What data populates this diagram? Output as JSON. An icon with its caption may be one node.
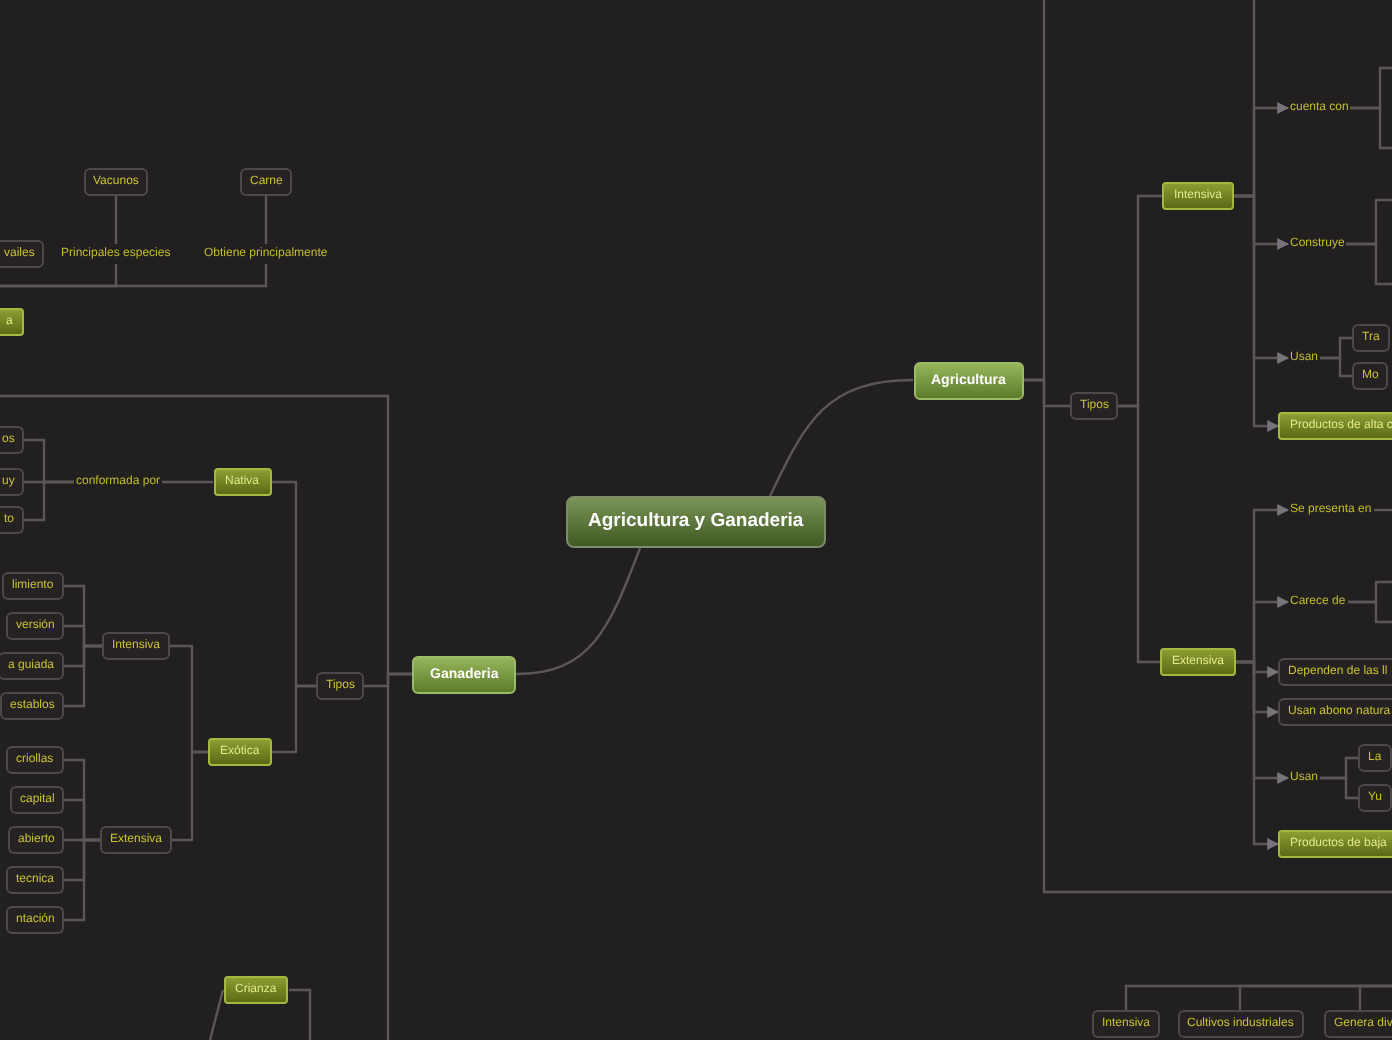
{
  "diagram": {
    "nodes": [
      {
        "text": [
          "Agricultura y Ganaderia"
        ]
      },
      {
        "text": [
          "Agricultura"
        ]
      },
      {
        "text": [
          "Ganaderia"
        ]
      },
      {
        "text": [
          "Tipos"
        ]
      },
      {
        "text": [
          "Nativa"
        ]
      },
      {
        "text": [
          "Exótica"
        ]
      },
      {
        "text": [
          "conformada por"
        ]
      },
      {
        "text": [
          "os"
        ]
      },
      {
        "text": [
          "uy"
        ]
      },
      {
        "text": [
          "to"
        ]
      },
      {
        "text": [
          "Intensiva"
        ]
      },
      {
        "text": [
          "limiento"
        ]
      },
      {
        "text": [
          "versión"
        ]
      },
      {
        "text": [
          "a guiada"
        ]
      },
      {
        "text": [
          "establos"
        ]
      },
      {
        "text": [
          "Extensiva"
        ]
      },
      {
        "text": [
          "criollas"
        ]
      },
      {
        "text": [
          "capital"
        ]
      },
      {
        "text": [
          "abierto"
        ]
      },
      {
        "text": [
          "tecnica"
        ]
      },
      {
        "text": [
          "ntación"
        ]
      },
      {
        "text": [
          "Vacunos"
        ]
      },
      {
        "text": [
          "Carne"
        ]
      },
      {
        "text": [
          "vailes"
        ]
      },
      {
        "text": [
          "Principales especies"
        ]
      },
      {
        "text": [
          "Obtiene principalmente"
        ]
      },
      {
        "text": [
          "a"
        ]
      },
      {
        "text": [
          "Crianza"
        ]
      },
      {
        "text": [
          "Tipos"
        ]
      },
      {
        "text": [
          "Intensiva"
        ]
      },
      {
        "text": [
          "Extensiva"
        ]
      },
      {
        "text": [
          "cuenta con"
        ]
      },
      {
        "text": [
          "Construye"
        ]
      },
      {
        "text": [
          "Usan"
        ]
      },
      {
        "text": [
          "Tra"
        ]
      },
      {
        "text": [
          "Mo"
        ]
      },
      {
        "text": [
          "Productos de alta c"
        ]
      },
      {
        "text": [
          "Se presenta en"
        ]
      },
      {
        "text": [
          "Carece de"
        ]
      },
      {
        "text": [
          "Dependen de las ll"
        ]
      },
      {
        "text": [
          "Usan abono natura"
        ]
      },
      {
        "text": [
          "Usan"
        ]
      },
      {
        "text": [
          "La"
        ]
      },
      {
        "text": [
          "Yu"
        ]
      },
      {
        "text": [
          "Productos de baja"
        ]
      },
      {
        "text": [
          "Intensiva"
        ]
      },
      {
        "text": [
          "Cultivos industriales"
        ]
      },
      {
        "text": [
          "Genera div"
        ]
      }
    ],
    "edges": [
      {
        "from": 0,
        "to": 1,
        "arrow": "none"
      },
      {
        "from": 0,
        "to": 2,
        "arrow": "none"
      },
      {
        "from": 2,
        "to": 3,
        "arrow": "none"
      },
      {
        "from": 3,
        "to": 4,
        "arrow": "none"
      },
      {
        "from": 3,
        "to": 5,
        "arrow": "none"
      },
      {
        "from": 4,
        "to": 6,
        "arrow": "none"
      },
      {
        "from": 6,
        "to": 7,
        "arrow": "none"
      },
      {
        "from": 6,
        "to": 8,
        "arrow": "none"
      },
      {
        "from": 6,
        "to": 9,
        "arrow": "none"
      },
      {
        "from": 5,
        "to": 10,
        "arrow": "none"
      },
      {
        "from": 5,
        "to": 15,
        "arrow": "none"
      },
      {
        "from": 10,
        "to": 11,
        "arrow": "none"
      },
      {
        "from": 10,
        "to": 12,
        "arrow": "none"
      },
      {
        "from": 10,
        "to": 13,
        "arrow": "none"
      },
      {
        "from": 10,
        "to": 14,
        "arrow": "none"
      },
      {
        "from": 15,
        "to": 16,
        "arrow": "none"
      },
      {
        "from": 15,
        "to": 17,
        "arrow": "none"
      },
      {
        "from": 15,
        "to": 18,
        "arrow": "none"
      },
      {
        "from": 15,
        "to": 19,
        "arrow": "none"
      },
      {
        "from": 15,
        "to": 20,
        "arrow": "none"
      },
      {
        "from": 24,
        "to": 21,
        "arrow": "none"
      },
      {
        "from": 25,
        "to": 22,
        "arrow": "none"
      },
      {
        "from": null,
        "to": 24,
        "arrow": "none"
      },
      {
        "from": null,
        "to": 25,
        "arrow": "none"
      },
      {
        "from": 2,
        "to": null,
        "arrow": "none"
      },
      {
        "from": 2,
        "to": null,
        "arrow": "none"
      },
      {
        "from": 27,
        "to": null,
        "arrow": "none"
      },
      {
        "from": 27,
        "to": null,
        "arrow": "none"
      },
      {
        "from": 1,
        "to": 28,
        "arrow": "none"
      },
      {
        "from": 1,
        "to": null,
        "arrow": "none"
      },
      {
        "from": 1,
        "to": null,
        "arrow": "none"
      },
      {
        "from": 28,
        "to": 29,
        "arrow": "none"
      },
      {
        "from": 28,
        "to": 30,
        "arrow": "none"
      },
      {
        "from": 29,
        "to": null,
        "arrow": "none"
      },
      {
        "from": 29,
        "to": 31,
        "arrow": "to"
      },
      {
        "from": 29,
        "to": 32,
        "arrow": "to"
      },
      {
        "from": 29,
        "to": 33,
        "arrow": "to"
      },
      {
        "from": 29,
        "to": 36,
        "arrow": "to"
      },
      {
        "from": 31,
        "to": null,
        "arrow": "none"
      },
      {
        "from": 31,
        "to": null,
        "arrow": "none"
      },
      {
        "from": 32,
        "to": null,
        "arrow": "none"
      },
      {
        "from": 32,
        "to": null,
        "arrow": "none"
      },
      {
        "from": 33,
        "to": 34,
        "arrow": "none"
      },
      {
        "from": 33,
        "to": 35,
        "arrow": "none"
      },
      {
        "from": 30,
        "to": 37,
        "arrow": "to"
      },
      {
        "from": 30,
        "to": 38,
        "arrow": "to"
      },
      {
        "from": 30,
        "to": 39,
        "arrow": "to"
      },
      {
        "from": 30,
        "to": 40,
        "arrow": "to"
      },
      {
        "from": 30,
        "to": 41,
        "arrow": "to"
      },
      {
        "from": 30,
        "to": 44,
        "arrow": "to"
      },
      {
        "from": 37,
        "to": null,
        "arrow": "none"
      },
      {
        "from": 38,
        "to": null,
        "arrow": "none"
      },
      {
        "from": 38,
        "to": null,
        "arrow": "none"
      },
      {
        "from": 41,
        "to": 42,
        "arrow": "none"
      },
      {
        "from": 41,
        "to": 43,
        "arrow": "none"
      },
      {
        "from": null,
        "to": 45,
        "arrow": "none"
      },
      {
        "from": null,
        "to": 46,
        "arrow": "none"
      },
      {
        "from": null,
        "to": 47,
        "arrow": "none"
      }
    ]
  }
}
